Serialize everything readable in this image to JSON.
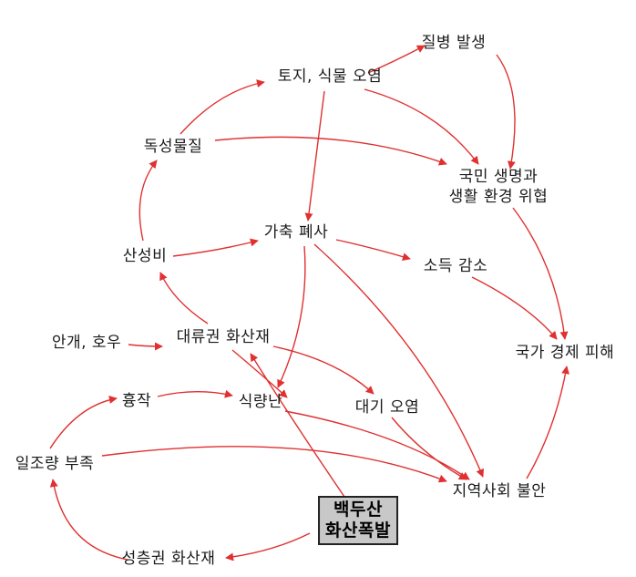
{
  "colors": {
    "edge": "#e03030",
    "text": "#1a1a1a",
    "root_fill": "#c8c8c8",
    "root_border": "#222222"
  },
  "nodes": {
    "disease": "질병 발생",
    "soil": "토지, 식물 오염",
    "toxic": "독성물질",
    "life_l1": "국민 생명과",
    "life_l2": "생활 환경 위협",
    "livestock": "가축 폐사",
    "acid": "산성비",
    "income": "소득 감소",
    "fog": "안개, 호우",
    "tropo": "대류권 화산재",
    "economy": "국가 경제 피해",
    "crop": "흉작",
    "food": "식량난",
    "air": "대기 오염",
    "sunlight": "일조량 부족",
    "community": "지역사회 불안",
    "root_l1": "백두산",
    "root_l2": "화산폭발",
    "strato": "성층권 화산재"
  }
}
